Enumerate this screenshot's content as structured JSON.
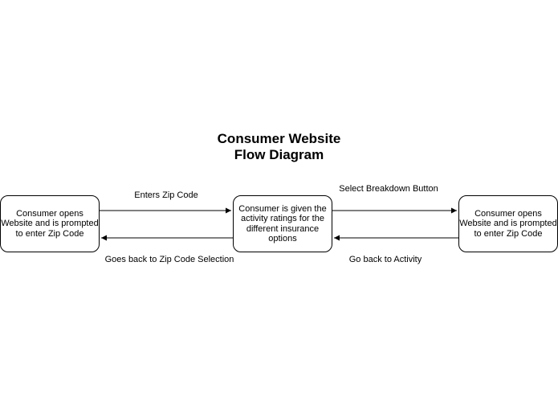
{
  "title": {
    "line1": "Consumer Website",
    "line2": "Flow Diagram"
  },
  "nodes": [
    {
      "lines": [
        "Consumer opens",
        "Website and is prompted",
        "to enter Zip Code"
      ]
    },
    {
      "lines": [
        "Consumer is given the",
        "activity ratings for the",
        "different insurance",
        "options"
      ]
    },
    {
      "lines": [
        "Consumer opens",
        "Website and is prompted",
        "to enter Zip Code"
      ]
    }
  ],
  "edges": [
    {
      "label": "Enters Zip Code"
    },
    {
      "label": "Goes back to Zip Code Selection"
    },
    {
      "label": "Select Breakdown Button"
    },
    {
      "label": "Go back to Activity"
    }
  ],
  "colors": {
    "stroke": "#000000",
    "background": "#ffffff"
  }
}
